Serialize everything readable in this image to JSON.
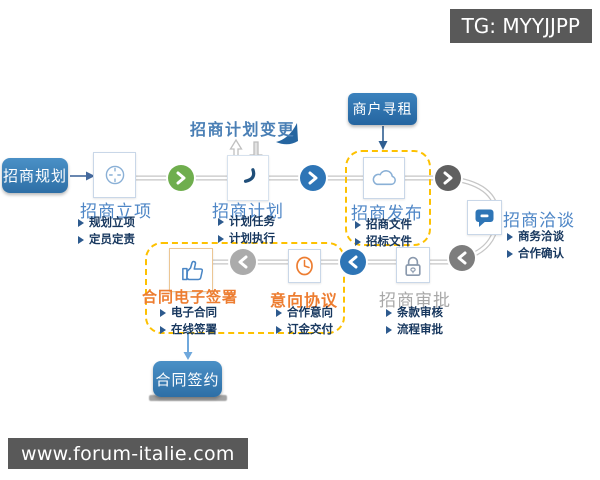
{
  "header": {
    "tg_badge": "TG: MYYJJPP"
  },
  "footer": {
    "watermark": "www.forum-italie.com"
  },
  "flow": {
    "start_label": "招商规划",
    "plan_change_label": "招商计划变更",
    "merchant_label": "商户寻租",
    "contract_label": "合同签约",
    "nodes": [
      {
        "id": "project-setup",
        "title": "招商立项",
        "items": [
          "规划立项",
          "定员定责"
        ],
        "icon": "dial-icon"
      },
      {
        "id": "plan",
        "title": "招商计划",
        "items": [
          "计划任务",
          "计划执行"
        ],
        "icon": "handset-icon"
      },
      {
        "id": "publish",
        "title": "招商发布",
        "items": [
          "招商文件",
          "招标文件"
        ],
        "icon": "cloud-icon"
      },
      {
        "id": "negotiation",
        "title": "招商洽谈",
        "items": [
          "商务洽谈",
          "合作确认"
        ],
        "icon": "chat-icon"
      },
      {
        "id": "approval",
        "title": "招商审批",
        "items": [
          "条款审核",
          "流程审批"
        ],
        "icon": "lock-icon"
      },
      {
        "id": "intent-agreement",
        "title": "意向协议",
        "items": [
          "合作意向",
          "订金交付"
        ],
        "icon": "clock-icon"
      },
      {
        "id": "e-signing",
        "title": "合同电子签署",
        "items": [
          "电子合同",
          "在线签署"
        ],
        "icon": "thumbs-up-icon"
      }
    ]
  },
  "colors": {
    "accent_blue": "#2e75b6",
    "title_blue": "#4e86c6",
    "accent_orange": "#ed7d31",
    "dashed_yellow": "#fdc101",
    "chevron_green": "#6fae4e",
    "badge_gray": "#595959",
    "bullet_navy": "#17375e"
  }
}
